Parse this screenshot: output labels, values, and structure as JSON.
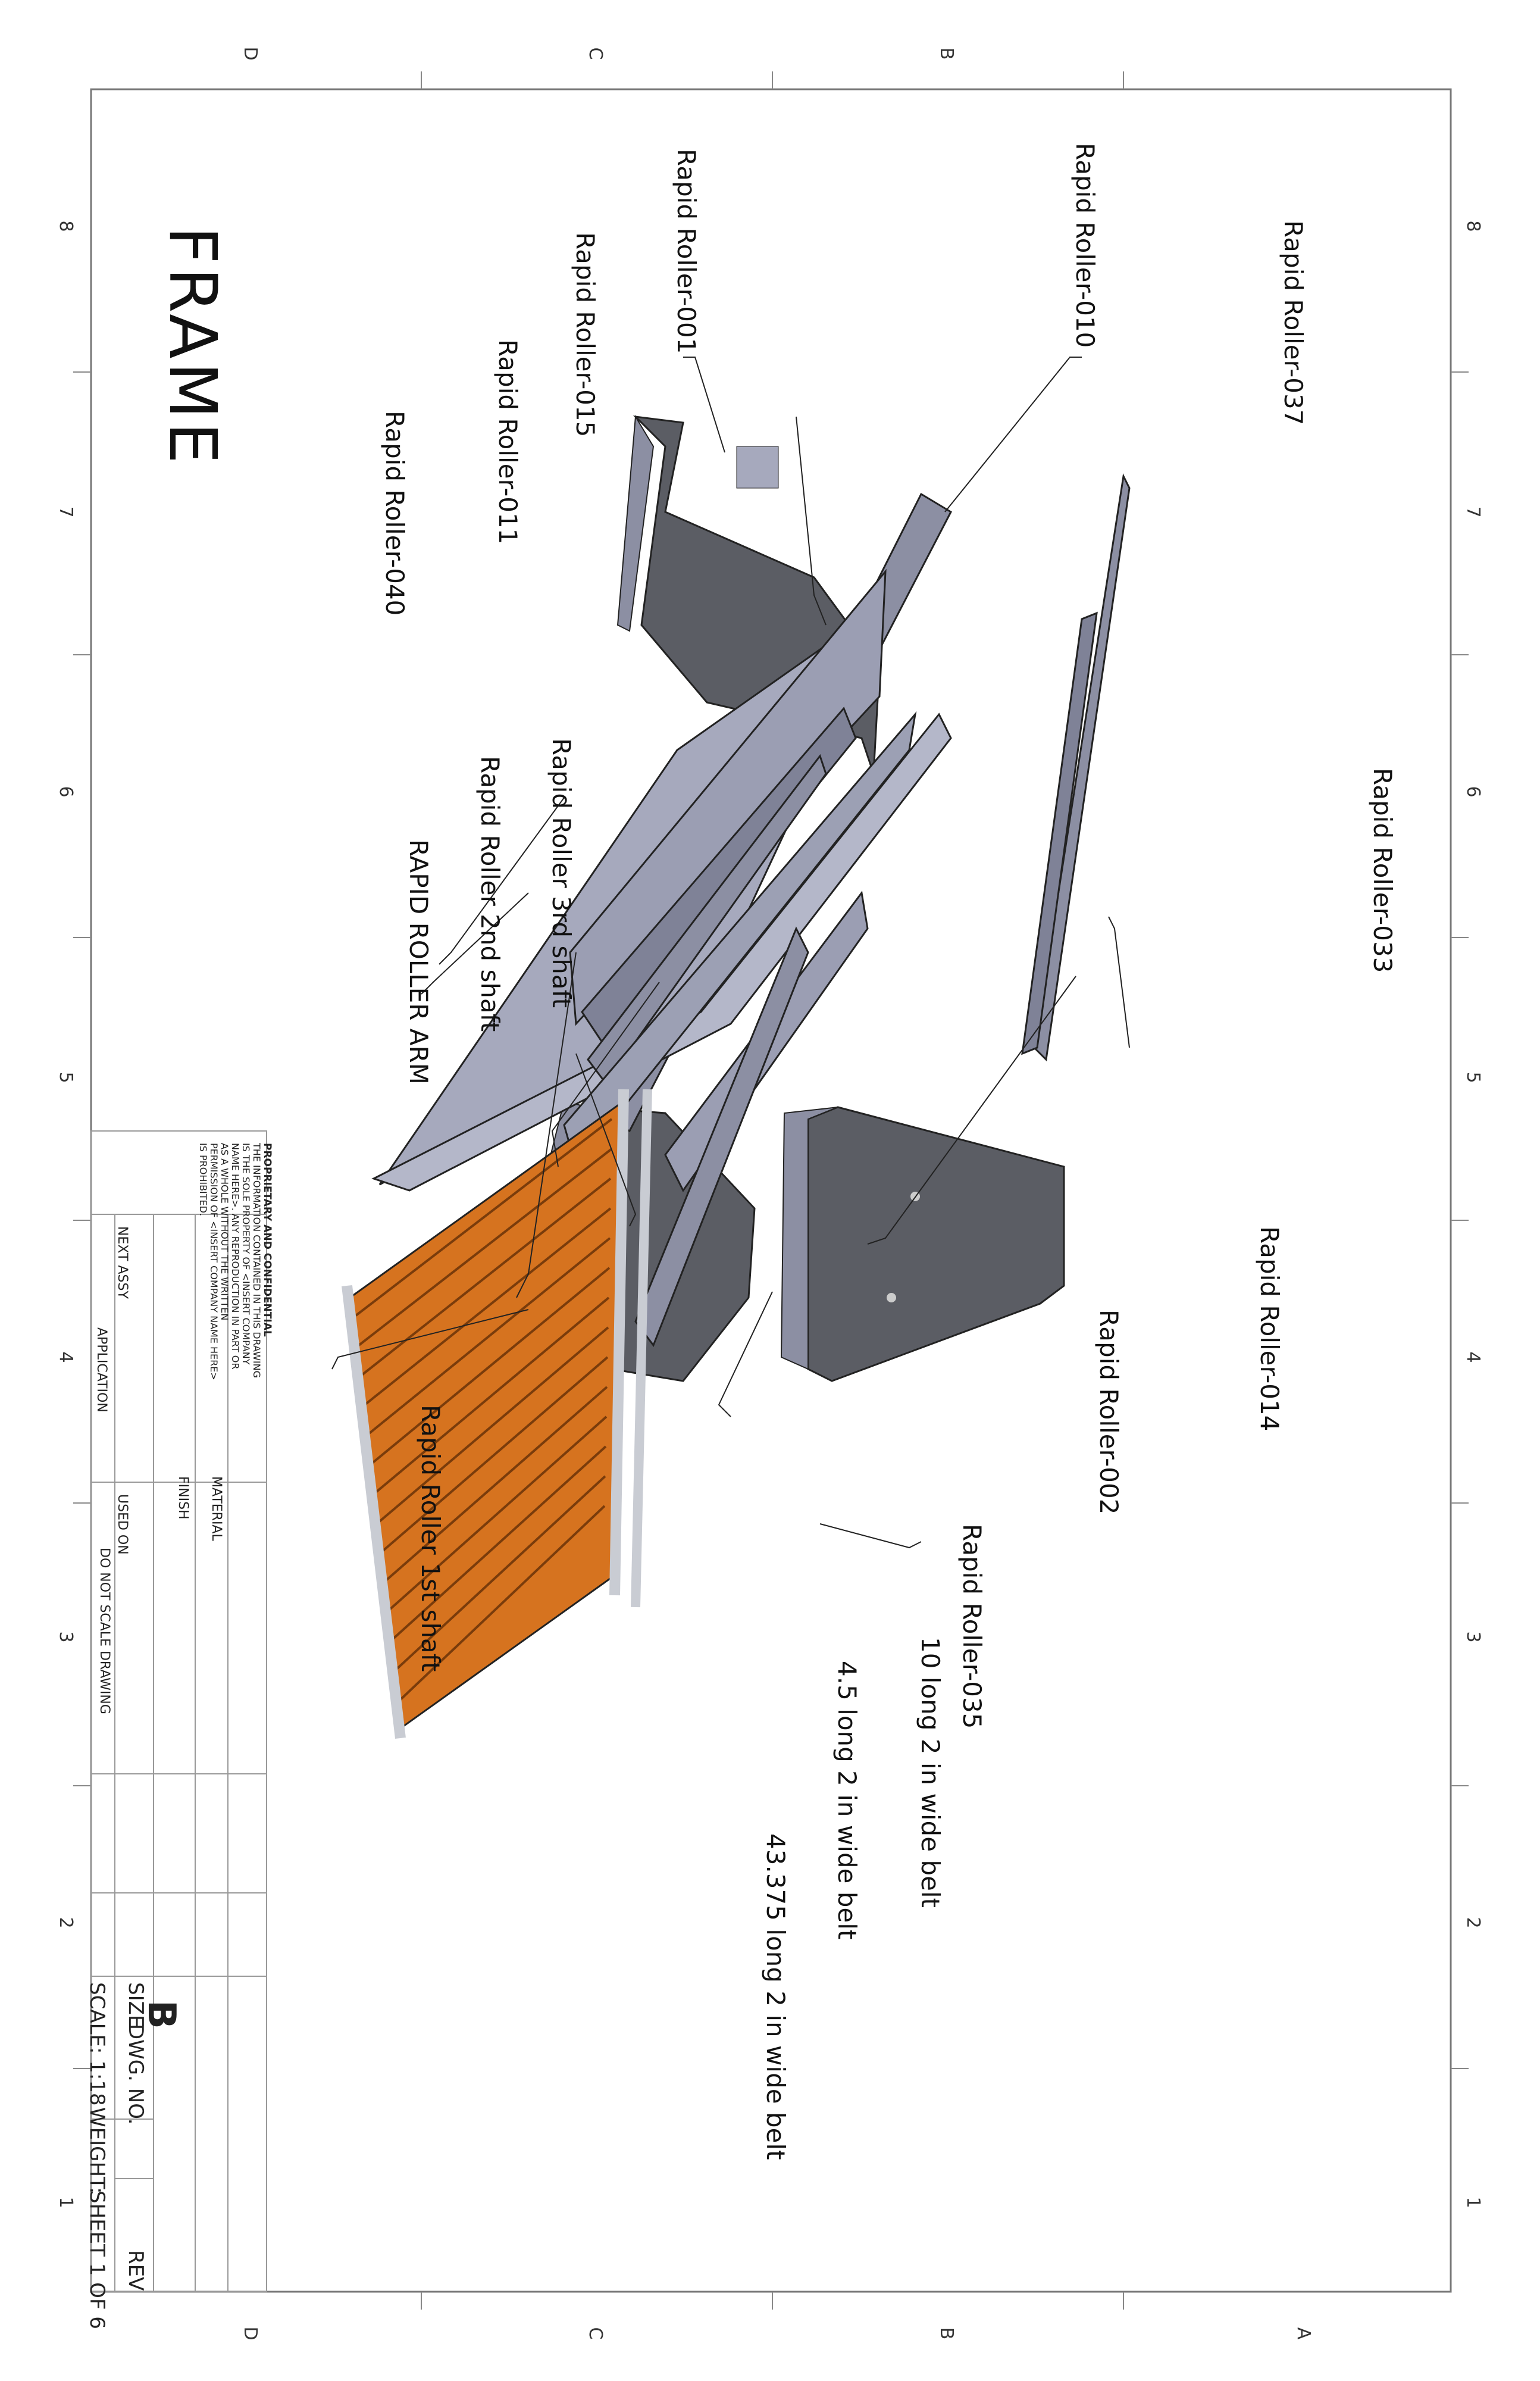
{
  "drawing": {
    "title": "FRAME",
    "zones_rows": [
      "A",
      "B",
      "C",
      "D"
    ],
    "zones_cols": [
      "8",
      "7",
      "6",
      "5",
      "4",
      "3",
      "2",
      "1"
    ]
  },
  "callouts": [
    {
      "id": "c001",
      "label": "Rapid Roller-001"
    },
    {
      "id": "c010",
      "label": "Rapid Roller-010"
    },
    {
      "id": "c037",
      "label": "Rapid Roller-037"
    },
    {
      "id": "c015",
      "label": "Rapid Roller-015"
    },
    {
      "id": "c011",
      "label": "Rapid Roller-011"
    },
    {
      "id": "c040",
      "label": "Rapid Roller-040"
    },
    {
      "id": "c033",
      "label": "Rapid Roller-033"
    },
    {
      "id": "c3rd",
      "label": "Rapid Roller 3rd shaft"
    },
    {
      "id": "c2nd",
      "label": "Rapid Roller 2nd shaft"
    },
    {
      "id": "carm",
      "label": "RAPID ROLLER ARM"
    },
    {
      "id": "c014",
      "label": "Rapid Roller-014"
    },
    {
      "id": "c002",
      "label": "Rapid Roller-002"
    },
    {
      "id": "c1st",
      "label": "Rapid Roller 1st shaft"
    },
    {
      "id": "c035",
      "label": "Rapid Roller-035"
    },
    {
      "id": "cb10",
      "label": "10 long 2 in wide belt"
    },
    {
      "id": "cb45",
      "label": "4.5 long 2 in wide belt"
    },
    {
      "id": "cb43",
      "label": "43.375 long 2 in wide belt"
    }
  ],
  "title_block": {
    "proprietary_heading": "PROPRIETARY AND CONFIDENTIAL",
    "proprietary_text": "THE INFORMATION CONTAINED IN THIS DRAWING IS THE SOLE PROPERTY OF <INSERT COMPANY NAME HERE>. ANY REPRODUCTION IN PART OR AS A WHOLE WITHOUT THE WRITTEN PERMISSION OF <INSERT COMPANY NAME HERE> IS PROHIBITED.",
    "next_assy": "NEXT ASSY",
    "used_on": "USED ON",
    "application": "APPLICATION",
    "material": "MATERIAL",
    "finish": "FINISH",
    "do_not_scale": "DO NOT SCALE DRAWING",
    "size_label": "SIZE",
    "size_value": "B",
    "dwg_no_label": "DWG.  NO.",
    "rev_label": "REV",
    "scale": "SCALE: 1:18",
    "weight": "WEIGHT:",
    "sheet": "SHEET 1 OF 6"
  },
  "colors": {
    "dark_plate": "#5b5d64",
    "light_plate": "#a6a9bd",
    "mid_plate": "#8c8fa3",
    "belt": "#d6731f",
    "roller": "#c9ccd3"
  }
}
